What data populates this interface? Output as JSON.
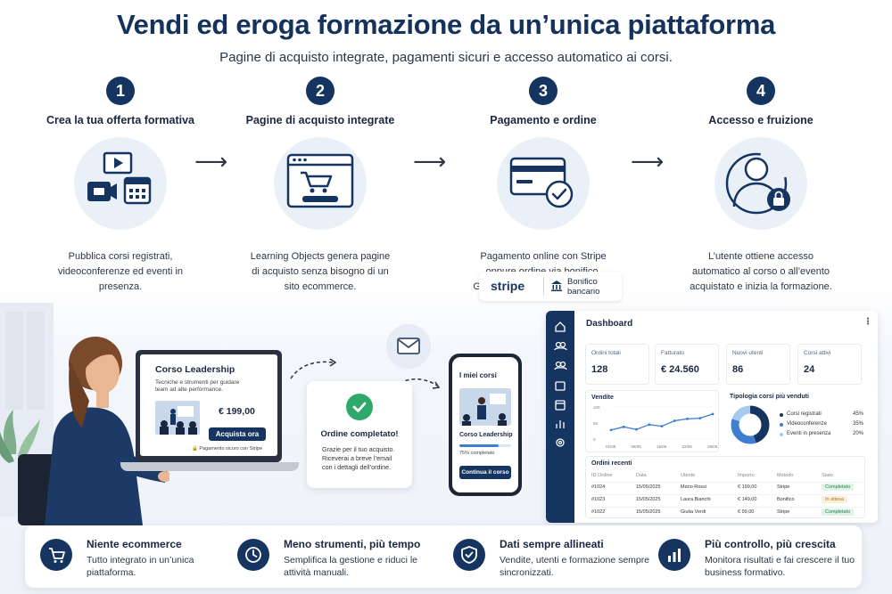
{
  "header": {
    "title": "Vendi ed eroga formazione da un’unica piattaforma",
    "subtitle": "Pagine di acquisto integrate, pagamenti sicuri e accesso automatico ai corsi."
  },
  "steps": [
    {
      "number": "1",
      "title": "Crea la tua offerta formativa",
      "description": "Pubblica corsi registrati, videoconferenze ed eventi in presenza."
    },
    {
      "number": "2",
      "title": "Pagine di acquisto integrate",
      "description": "Learning Objects genera pagine di acquisto senza bisogno di un sito ecommerce."
    },
    {
      "number": "3",
      "title": "Pagamento e ordine",
      "description": "Pagamento online con Stripe oppure ordine via bonifico. Gestione automatica dell’ordine."
    },
    {
      "number": "4",
      "title": "Accesso e fruizione",
      "description": "L’utente ottiene accesso automatico al corso o all’evento acquistato e inizia la formazione."
    }
  ],
  "payment_methods": {
    "stripe": "stripe",
    "bonifico_line1": "Bonifico",
    "bonifico_line2": "bancario"
  },
  "laptop": {
    "course_title": "Corso Leadership",
    "course_desc": "Tecniche e strumenti per guidare team ad alte performance.",
    "price": "€ 199,00",
    "buy_button": "Acquista ora",
    "secure_note": "Pagamento sicuro con Stripe"
  },
  "order_card": {
    "title": "Ordine completato!",
    "message": "Grazie per il tuo acquisto. Riceverai a breve l’email con i dettagli dell’ordine."
  },
  "phone": {
    "header": "I miei corsi",
    "course": "Corso Leadership",
    "progress_label": "75% completato",
    "progress": 0.75,
    "continue_button": "Continua il corso"
  },
  "dashboard": {
    "title": "Dashboard",
    "kpis": [
      {
        "label": "Ordini totali",
        "value": "128"
      },
      {
        "label": "Fatturato",
        "value": "€ 24.560"
      },
      {
        "label": "Nuovi utenti",
        "value": "86"
      },
      {
        "label": "Corsi attivi",
        "value": "24"
      }
    ],
    "sales": {
      "title": "Vendite",
      "y_ticks": [
        "100",
        "50",
        "0"
      ],
      "x_ticks": [
        "01/05",
        "08/05",
        "15/05",
        "22/05",
        "29/05"
      ],
      "values": [
        28,
        38,
        30,
        45,
        40,
        57,
        63,
        65,
        78
      ]
    },
    "course_types": {
      "title": "Tipologia corsi più venduti",
      "items": [
        {
          "label": "Corsi registrati",
          "pct": "45%",
          "value": 45,
          "color": "#15345f"
        },
        {
          "label": "Videoconferenze",
          "pct": "35%",
          "value": 35,
          "color": "#3f7fd0"
        },
        {
          "label": "Eventi in presenza",
          "pct": "20%",
          "value": 20,
          "color": "#a9c8ee"
        }
      ]
    },
    "orders": {
      "title": "Ordini recenti",
      "headers": [
        "ID Ordine",
        "Data",
        "Utente",
        "Importo",
        "Metodo",
        "Stato"
      ],
      "rows": [
        [
          "#1024",
          "15/05/2025",
          "Mario Rossi",
          "€ 199,00",
          "Stripe",
          "Completato"
        ],
        [
          "#1023",
          "15/05/2025",
          "Laura Bianchi",
          "€ 149,00",
          "Bonifico",
          "In attesa"
        ],
        [
          "#1022",
          "15/05/2025",
          "Giulia Verdi",
          "€ 99,00",
          "Stripe",
          "Completato"
        ]
      ]
    }
  },
  "features": [
    {
      "icon": "cart-icon",
      "title": "Niente ecommerce",
      "description": "Tutto integrato in un’unica piattaforma."
    },
    {
      "icon": "clock-icon",
      "title": "Meno strumenti, più tempo",
      "description": "Semplifica la gestione e riduci le attività manuali."
    },
    {
      "icon": "shield-check-icon",
      "title": "Dati sempre allineati",
      "description": "Vendite, utenti e formazione sempre sincronizzati."
    },
    {
      "icon": "bar-chart-icon",
      "title": "Più controllo, più crescita",
      "description": "Monitora risultati e fai crescere il tuo business formativo."
    }
  ],
  "colors": {
    "navy": "#15345f",
    "accent": "#3f7fd0",
    "success": "#2fa96a",
    "pending": "#e6a23c"
  }
}
